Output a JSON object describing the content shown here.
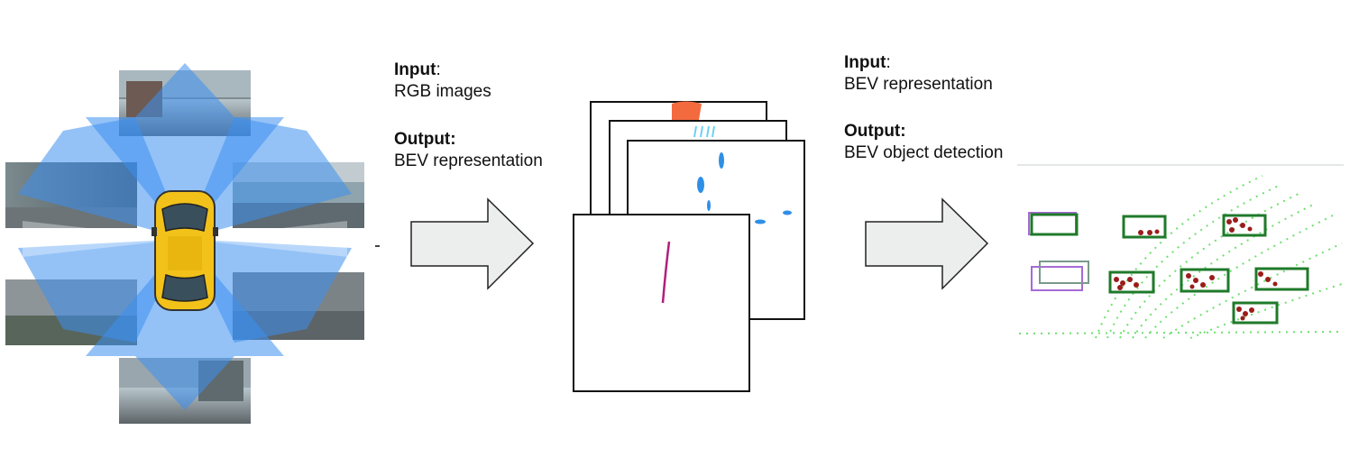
{
  "stage1": {
    "input_title": "Input",
    "input_colon": ":",
    "input_value": "RGB images",
    "output_title": "Output:",
    "output_value": "BEV representation"
  },
  "stage2": {
    "input_title": "Input",
    "input_colon": ":",
    "input_value": "BEV representation",
    "output_title": "Output:",
    "output_value": "BEV object detection"
  },
  "colors": {
    "camera_cone": "#4a9cf0",
    "car_body": "#f2c21a",
    "arrow_fill": "#eceeee",
    "box_green": "#1f7a2a",
    "box_purple": "#a56bd6",
    "lidar_green": "#6ee06e",
    "points_red": "#9b1c1c",
    "feature_orange": "#f36a3f",
    "feature_blue": "#2f8fe6",
    "feature_magenta": "#b0207a"
  }
}
